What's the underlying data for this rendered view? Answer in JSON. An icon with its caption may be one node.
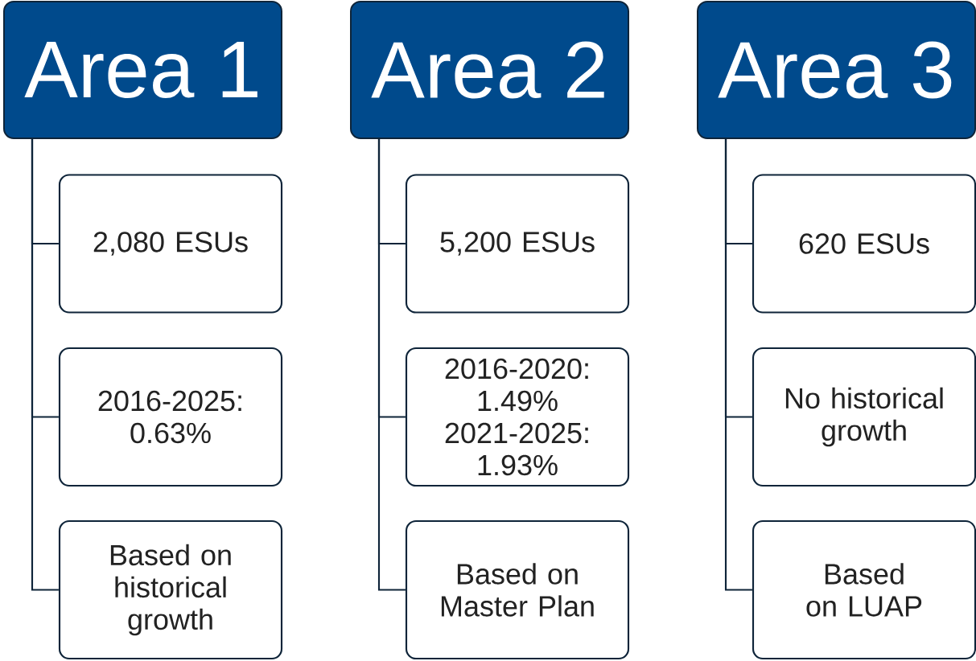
{
  "diagram": {
    "nodes": [
      {
        "text": [
          "Area 1"
        ]
      },
      {
        "text": [
          "2,080 ESUs"
        ]
      },
      {
        "text": [
          "2016-2025: 0.63%"
        ]
      },
      {
        "text": [
          "Based on historical growth"
        ]
      },
      {
        "text": [
          "Area 2"
        ]
      },
      {
        "text": [
          "5,200 ESUs"
        ]
      },
      {
        "text": [
          "2016-2020: 1.49% 2021-2025: 1.93%"
        ]
      },
      {
        "text": [
          "Based on Master Plan"
        ]
      },
      {
        "text": [
          "Area 3"
        ]
      },
      {
        "text": [
          "620 ESUs"
        ]
      },
      {
        "text": [
          "No historical growth"
        ]
      },
      {
        "text": [
          "Based on LUAP"
        ]
      }
    ],
    "edges": [
      {
        "from": 0,
        "to": 1,
        "arrow": "none"
      },
      {
        "from": 0,
        "to": 2,
        "arrow": "none"
      },
      {
        "from": 0,
        "to": 3,
        "arrow": "none"
      },
      {
        "from": 4,
        "to": 5,
        "arrow": "none"
      },
      {
        "from": 4,
        "to": 6,
        "arrow": "none"
      },
      {
        "from": 4,
        "to": 7,
        "arrow": "none"
      },
      {
        "from": 8,
        "to": 9,
        "arrow": "none"
      },
      {
        "from": 8,
        "to": 10,
        "arrow": "none"
      },
      {
        "from": 8,
        "to": 11,
        "arrow": "none"
      }
    ]
  }
}
